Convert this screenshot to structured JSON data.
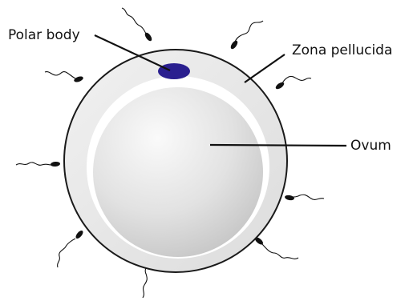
{
  "labels": {
    "polar_body": "Polar body",
    "zona_pellucida": "Zona pellucida",
    "ovum": "Ovum"
  },
  "colors": {
    "polar_body": "#2a1f8f",
    "zona_outline": "#1a1a1a",
    "zona_fill": "#e8e8e8",
    "ovum_light": "#fafafa",
    "ovum_dark": "#c4c4c4",
    "sperm": "#111111"
  }
}
